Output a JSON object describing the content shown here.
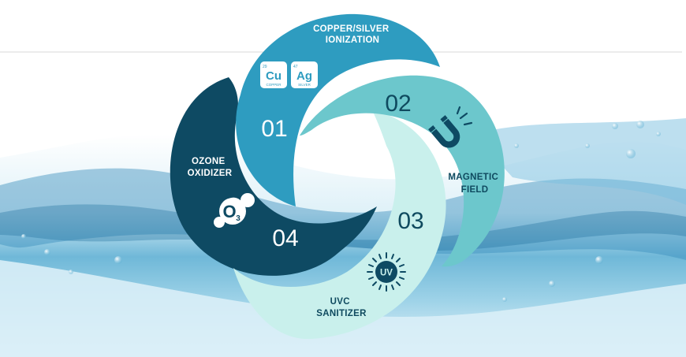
{
  "segments": [
    {
      "number": "01",
      "title_lines": [
        "COPPER/SILVER",
        "IONIZATION"
      ],
      "color": "#2e9cc0",
      "icon": "periodic-elements-icon"
    },
    {
      "number": "02",
      "title_lines": [
        "MAGNETIC",
        "FIELD"
      ],
      "color": "#6cc7cc",
      "icon": "magnet-icon"
    },
    {
      "number": "03",
      "title_lines": [
        "UVC",
        "SANITIZER"
      ],
      "color": "#c9f0ec",
      "icon": "uv-sun-icon"
    },
    {
      "number": "04",
      "title_lines": [
        "OZONE",
        "OXIDIZER"
      ],
      "color": "#0e4a63",
      "icon": "ozone-molecule-icon"
    }
  ],
  "elements": [
    {
      "atomic_number": "29",
      "symbol": "Cu",
      "name": "COPPER"
    },
    {
      "atomic_number": "47",
      "symbol": "Ag",
      "name": "SILVER"
    }
  ],
  "ozone": {
    "letter": "O",
    "subscript": "3"
  },
  "uv": {
    "text": "UV"
  }
}
